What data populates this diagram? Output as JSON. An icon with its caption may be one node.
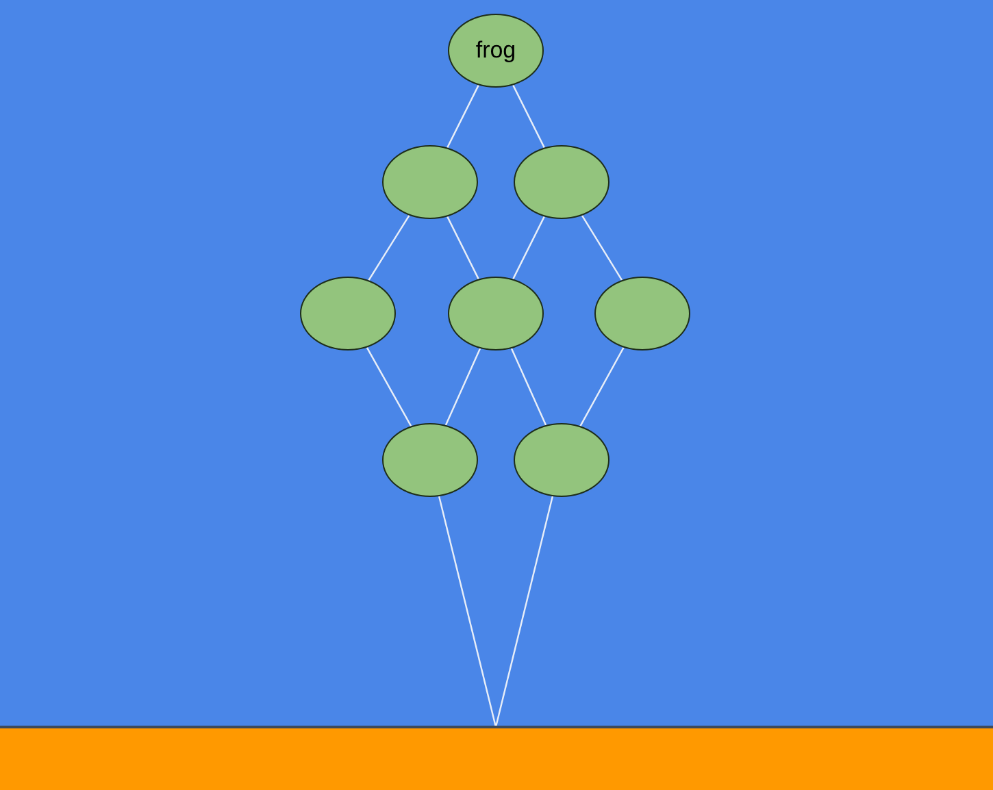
{
  "diagram": {
    "nodes": [
      {
        "text": [
          "frog"
        ]
      },
      {
        "text": [],
        "shape": "circle"
      },
      {
        "text": [],
        "shape": "circle"
      },
      {
        "text": [],
        "shape": "circle"
      },
      {
        "text": [],
        "shape": "circle"
      },
      {
        "text": [],
        "shape": "circle"
      },
      {
        "text": [],
        "shape": "circle"
      },
      {
        "text": [],
        "shape": "circle"
      },
      {
        "text": [],
        "shape": "bar"
      }
    ],
    "edges": [
      {
        "from": 0,
        "to": 1,
        "arrow": "none"
      },
      {
        "from": 0,
        "to": 2,
        "arrow": "none"
      },
      {
        "from": 1,
        "to": 3,
        "arrow": "none"
      },
      {
        "from": 1,
        "to": 4,
        "arrow": "none"
      },
      {
        "from": 2,
        "to": 4,
        "arrow": "none"
      },
      {
        "from": 2,
        "to": 5,
        "arrow": "none"
      },
      {
        "from": 3,
        "to": 6,
        "arrow": "none"
      },
      {
        "from": 4,
        "to": 6,
        "arrow": "none"
      },
      {
        "from": 4,
        "to": 7,
        "arrow": "none"
      },
      {
        "from": 5,
        "to": 7,
        "arrow": "none"
      },
      {
        "from": 6,
        "to": 8,
        "arrow": "none"
      },
      {
        "from": 7,
        "to": 8,
        "arrow": "none"
      }
    ]
  }
}
